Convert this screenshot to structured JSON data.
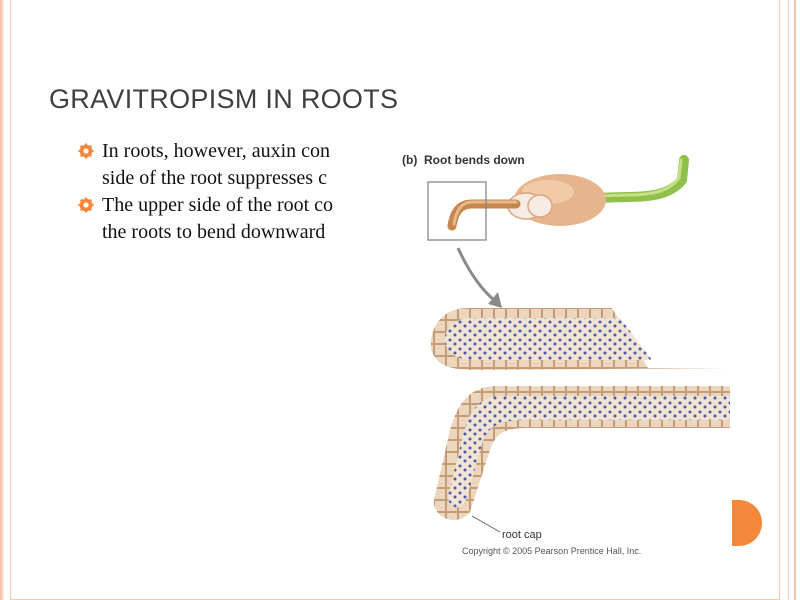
{
  "slide": {
    "title": "GRAVITROPISM IN ROOTS",
    "bullets": [
      {
        "line1": "In roots, however, auxin con",
        "line2": "side of the root suppresses c"
      },
      {
        "line1": "The upper side of the root co",
        "line2": "the roots to bend downward"
      }
    ]
  },
  "figure": {
    "panel_label": "(b)",
    "panel_title": "Root bends down",
    "root_cap_label": "root cap",
    "copyright": "Copyright © 2005 Pearson Prentice Hall, Inc."
  },
  "colors": {
    "accent": "#f4883a",
    "frame": "#f3c9b4",
    "root_cell": "#e9d3b8",
    "statolith": "#4a5aa8"
  }
}
